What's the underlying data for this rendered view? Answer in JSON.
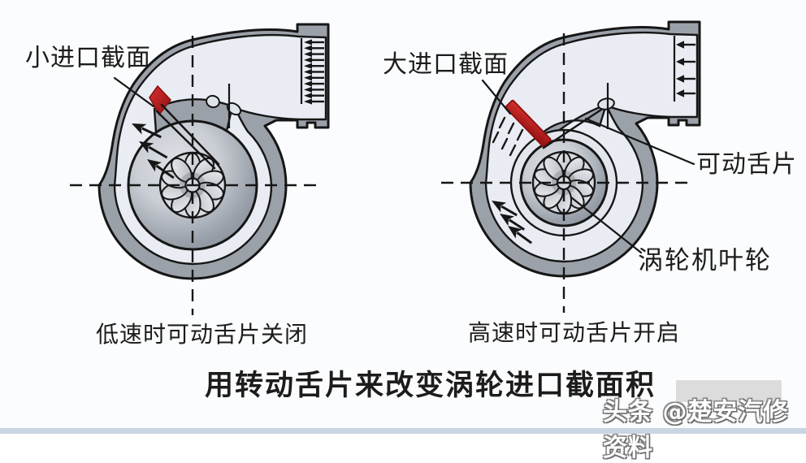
{
  "diagram": {
    "left_panel": {
      "inlet_label": "小进口截面",
      "caption": "低速时可动舌片关闭"
    },
    "right_panel": {
      "inlet_label": "大进口截面",
      "tongue_label": "可动舌片",
      "wheel_label": "涡轮机叶轮",
      "caption": "高速时可动舌片开启"
    },
    "main_caption": "用转动舌片来改变涡轮进口截面积",
    "watermark": "头条 @楚安汽修资料",
    "icons": {
      "inlet_flow": "left-arrow-icon",
      "scroll_flow": "diagonal-arrow-icon",
      "centerline": "dashed-crosshair"
    },
    "colors": {
      "housing": "#9ba1a9",
      "channel": "#e9ecf3",
      "ring_light": "#e3e6ed",
      "flower_bg": "#d7dae0",
      "red": "#c81f1f",
      "red_dark": "#8e1010",
      "outline": "#161616",
      "background": "#fbfcfd",
      "footer_strip": "#c9d5e3",
      "text": "#1c1c1c"
    }
  }
}
